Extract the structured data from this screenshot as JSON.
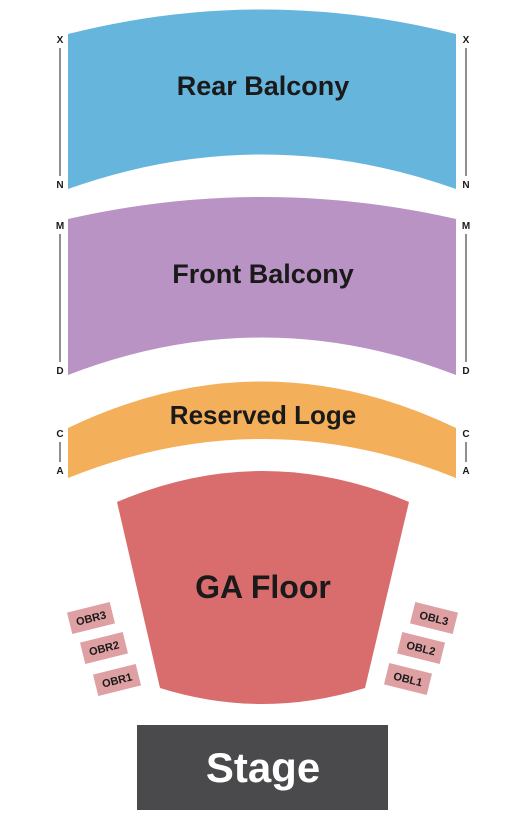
{
  "colors": {
    "rear_balcony": "#66b5dd",
    "front_balcony": "#b993c4",
    "reserved_loge": "#f3af5a",
    "ga_floor": "#d96c6c",
    "box": "#dea0a3",
    "stage": "#4a494b"
  },
  "sections": {
    "rear_balcony": {
      "label": "Rear Balcony",
      "row_top": "X",
      "row_bottom": "N"
    },
    "front_balcony": {
      "label": "Front Balcony",
      "row_top": "M",
      "row_bottom": "D"
    },
    "reserved_loge": {
      "label": "Reserved Loge",
      "row_top": "C",
      "row_bottom": "A"
    },
    "ga_floor": {
      "label": "GA Floor"
    },
    "stage": {
      "label": "Stage"
    }
  },
  "boxes_right": [
    "OBR3",
    "OBR2",
    "OBR1"
  ],
  "boxes_left": [
    "OBL3",
    "OBL2",
    "OBL1"
  ]
}
